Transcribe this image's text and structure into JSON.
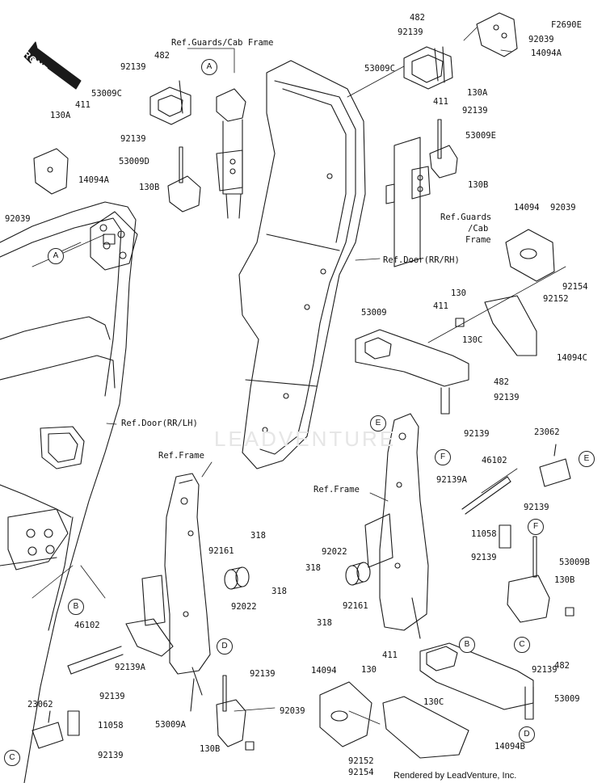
{
  "figure_id": "F2690E",
  "footer": "Rendered by LeadVenture, Inc.",
  "watermark": "LEADVENTURE",
  "front_label": "FRONT",
  "labels": [
    {
      "id": "l1",
      "text": "482"
    },
    {
      "id": "l2",
      "text": "92139"
    },
    {
      "id": "l3",
      "text": "92039"
    },
    {
      "id": "l4",
      "text": "14094A"
    },
    {
      "id": "l5",
      "text": "53009C"
    },
    {
      "id": "l6",
      "text": "130A"
    },
    {
      "id": "l7",
      "text": "411"
    },
    {
      "id": "l8",
      "text": "92139"
    },
    {
      "id": "l9",
      "text": "53009E"
    },
    {
      "id": "l10",
      "text": "130B"
    },
    {
      "id": "l11",
      "text": "Ref.Guards"
    },
    {
      "id": "l12",
      "text": "/Cab"
    },
    {
      "id": "l13",
      "text": "Frame"
    },
    {
      "id": "l14",
      "text": "14094"
    },
    {
      "id": "l15",
      "text": "92039"
    },
    {
      "id": "l16",
      "text": "Ref.Door(RR/RH)"
    },
    {
      "id": "l17",
      "text": "92154"
    },
    {
      "id": "l18",
      "text": "92152"
    },
    {
      "id": "l19",
      "text": "130"
    },
    {
      "id": "l20",
      "text": "53009"
    },
    {
      "id": "l21",
      "text": "411"
    },
    {
      "id": "l22",
      "text": "130C"
    },
    {
      "id": "l23",
      "text": "14094C"
    },
    {
      "id": "l24",
      "text": "482"
    },
    {
      "id": "l25",
      "text": "92139"
    },
    {
      "id": "l26",
      "text": "92139"
    },
    {
      "id": "l27",
      "text": "Ref.Guards/Cab Frame"
    },
    {
      "id": "l28",
      "text": "482"
    },
    {
      "id": "l29",
      "text": "92139"
    },
    {
      "id": "l30",
      "text": "53009C"
    },
    {
      "id": "l31",
      "text": "411"
    },
    {
      "id": "l32",
      "text": "130A"
    },
    {
      "id": "l33",
      "text": "92139"
    },
    {
      "id": "l34",
      "text": "53009D"
    },
    {
      "id": "l35",
      "text": "14094A"
    },
    {
      "id": "l36",
      "text": "130B"
    },
    {
      "id": "l37",
      "text": "92039"
    },
    {
      "id": "l38",
      "text": "Ref.Door(RR/LH)"
    },
    {
      "id": "l39",
      "text": "Ref.Frame"
    },
    {
      "id": "l40",
      "text": "92161"
    },
    {
      "id": "l41",
      "text": "318"
    },
    {
      "id": "l42",
      "text": "318"
    },
    {
      "id": "l43",
      "text": "92022"
    },
    {
      "id": "l44",
      "text": "46102"
    },
    {
      "id": "l45",
      "text": "92139A"
    },
    {
      "id": "l46",
      "text": "92139"
    },
    {
      "id": "l47",
      "text": "23062"
    },
    {
      "id": "l48",
      "text": "92139"
    },
    {
      "id": "l49",
      "text": "11058"
    },
    {
      "id": "l50",
      "text": "92139"
    },
    {
      "id": "l51",
      "text": "53009A"
    },
    {
      "id": "l52",
      "text": "130B"
    },
    {
      "id": "l53",
      "text": "Ref.Frame"
    },
    {
      "id": "l54",
      "text": "92139A"
    },
    {
      "id": "l55",
      "text": "46102"
    },
    {
      "id": "l56",
      "text": "23062"
    },
    {
      "id": "l57",
      "text": "92139"
    },
    {
      "id": "l58",
      "text": "11058"
    },
    {
      "id": "l59",
      "text": "92139"
    },
    {
      "id": "l60",
      "text": "53009B"
    },
    {
      "id": "l61",
      "text": "130B"
    },
    {
      "id": "l62",
      "text": "92022"
    },
    {
      "id": "l63",
      "text": "318"
    },
    {
      "id": "l64",
      "text": "318"
    },
    {
      "id": "l65",
      "text": "92161"
    },
    {
      "id": "l66",
      "text": "482"
    },
    {
      "id": "l67",
      "text": "92139"
    },
    {
      "id": "l68",
      "text": "53009"
    },
    {
      "id": "l69",
      "text": "130C"
    },
    {
      "id": "l70",
      "text": "14094B"
    },
    {
      "id": "l71",
      "text": "411"
    },
    {
      "id": "l72",
      "text": "130"
    },
    {
      "id": "l73",
      "text": "14094"
    },
    {
      "id": "l74",
      "text": "92039"
    },
    {
      "id": "l75",
      "text": "92152"
    },
    {
      "id": "l76",
      "text": "92154"
    }
  ],
  "callouts": [
    {
      "id": "c1",
      "text": "A"
    },
    {
      "id": "c2",
      "text": "A"
    },
    {
      "id": "c3",
      "text": "B"
    },
    {
      "id": "c4",
      "text": "B"
    },
    {
      "id": "c5",
      "text": "C"
    },
    {
      "id": "c6",
      "text": "C"
    },
    {
      "id": "c7",
      "text": "D"
    },
    {
      "id": "c8",
      "text": "D"
    },
    {
      "id": "c9",
      "text": "E"
    },
    {
      "id": "c10",
      "text": "E"
    },
    {
      "id": "c11",
      "text": "F"
    },
    {
      "id": "c12",
      "text": "F"
    }
  ]
}
